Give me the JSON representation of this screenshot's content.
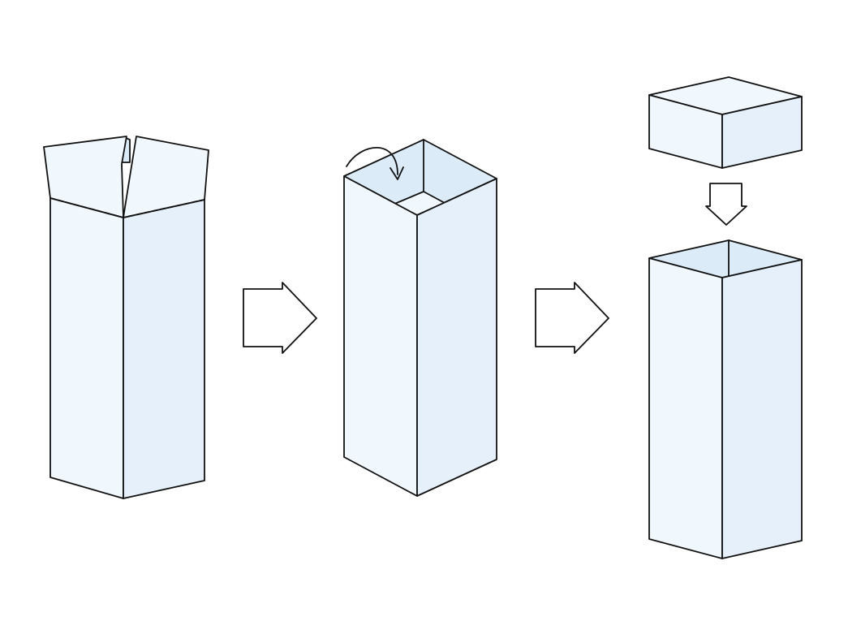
{
  "colors": {
    "outline": "#111111",
    "face_light": "#f0f7fd",
    "face_mid": "#e6f0fa",
    "face_inner": "#dcebf8",
    "arrow_fill": "#ffffff"
  },
  "steps": [
    {
      "id": "step-1",
      "icon": "tall-box-with-open-flaps"
    },
    {
      "id": "step-2",
      "icon": "tall-box-with-flaps-folded-inward"
    },
    {
      "id": "step-3",
      "icon": "tall-box-with-lid-placed-on-top"
    }
  ],
  "connectors": [
    {
      "id": "arrow-1",
      "icon": "right-block-arrow",
      "from": "step-1",
      "to": "step-2"
    },
    {
      "id": "arrow-2",
      "icon": "right-block-arrow",
      "from": "step-2",
      "to": "step-3"
    },
    {
      "id": "arrow-3",
      "icon": "down-block-arrow",
      "from": "lid",
      "to": "box-body"
    }
  ]
}
